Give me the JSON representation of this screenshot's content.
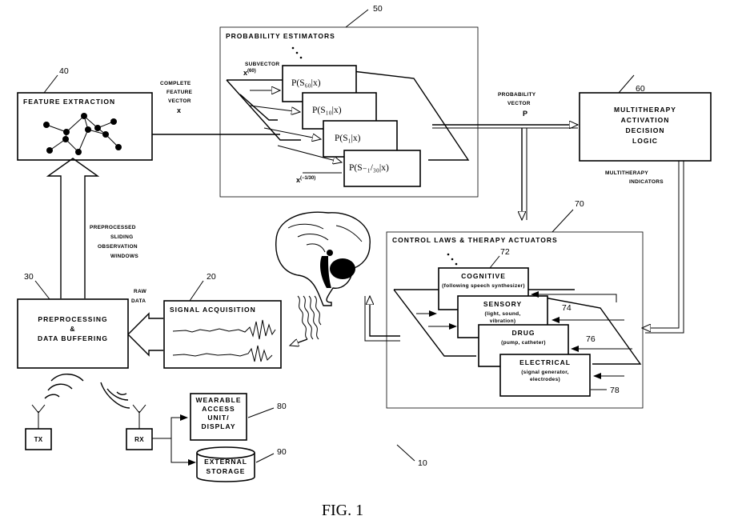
{
  "figure_label": "FIG. 1",
  "ref": {
    "probability_estimators": "50",
    "feature_extraction": "40",
    "decision_logic": "60",
    "control_laws": "70",
    "cognitive": "72",
    "sensory": "74",
    "drug": "76",
    "electrical": "78",
    "preprocessing": "30",
    "signal_acquisition": "20",
    "wearable": "80",
    "external_storage": "90",
    "system": "10"
  },
  "labels": {
    "probability_estimators": "PROBABILITY ESTIMATORS",
    "feature_extraction": "FEATURE EXTRACTION",
    "complete_feature_vector": [
      "COMPLETE",
      "FEATURE",
      "VECTOR",
      "x"
    ],
    "subvector": "SUBVECTOR",
    "subvector_top_symbol": "x",
    "subvector_top_sup": "(60)",
    "subvector_bottom_symbol": "x",
    "subvector_bottom_sup": "(−1/30)",
    "probability_vector": [
      "PROBABILITY",
      "VECTOR",
      "P"
    ],
    "decision_logic": [
      "MULTITHERAPY",
      "ACTIVATION",
      "DECISION",
      "LOGIC"
    ],
    "multitherapy_indicators": [
      "MULTITHERAPY",
      "INDICATORS"
    ],
    "control_laws": "CONTROL LAWS & THERAPY ACTUATORS",
    "preprocessed_windows": [
      "PREPROCESSED",
      "SLIDING",
      "OBSERVATION",
      "WINDOWS"
    ],
    "raw_data": [
      "RAW",
      "DATA"
    ],
    "signal_acquisition": "SIGNAL ACQUISITION",
    "preprocessing": [
      "PREPROCESSING",
      "&",
      "DATA BUFFERING"
    ],
    "tx": "TX",
    "rx": "RX",
    "wearable": [
      "WEARABLE",
      "ACCESS",
      "UNIT/",
      "DISPLAY"
    ],
    "external_storage": [
      "EXTERNAL",
      "STORAGE"
    ]
  },
  "estimators": [
    {
      "label": "P(S₆₀|x)"
    },
    {
      "label": "P(S₁₀|x)"
    },
    {
      "label": "P(S₁|x)"
    },
    {
      "label": "P(S₋₁/₃₀|x)"
    }
  ],
  "actuators": [
    {
      "title": "COGNITIVE",
      "detail": "(following speech synthesizer)"
    },
    {
      "title": "SENSORY",
      "detail": [
        "(light, sound,",
        "vibration)"
      ]
    },
    {
      "title": "DRUG",
      "detail": "(pump, catheter)"
    },
    {
      "title": "ELECTRICAL",
      "detail": [
        "(signal generator,",
        "electrodes)"
      ]
    }
  ]
}
